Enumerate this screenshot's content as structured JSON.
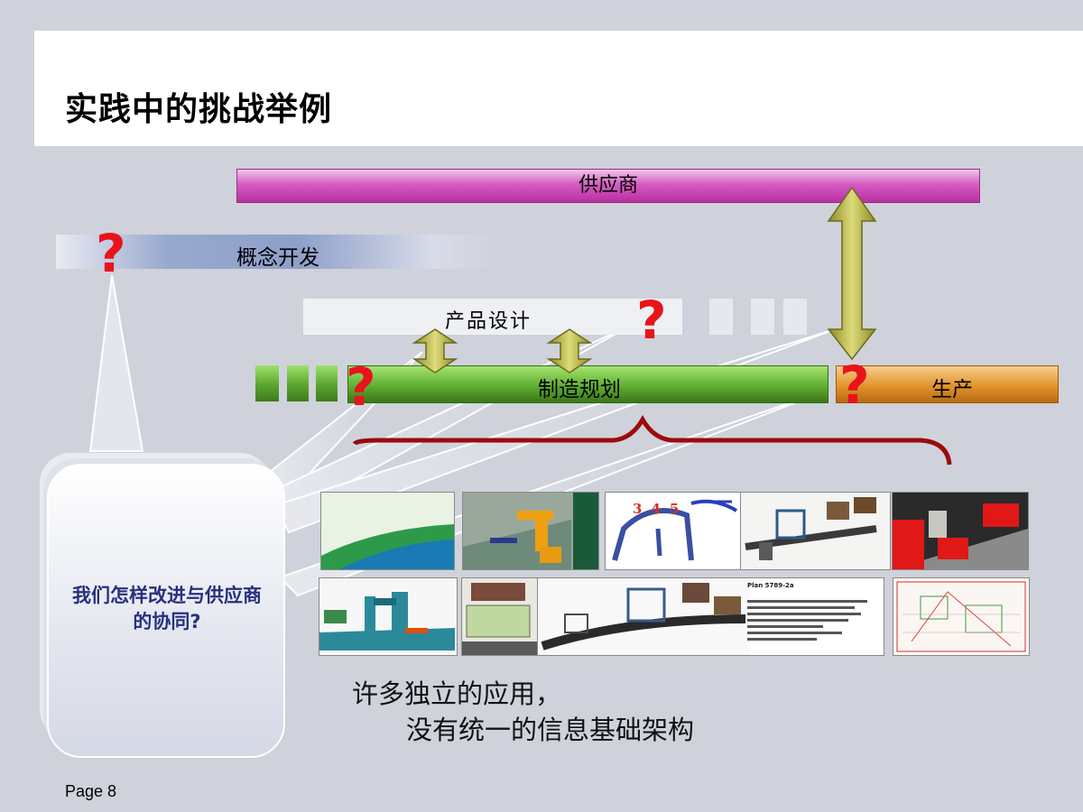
{
  "slide": {
    "title": "实践中的挑战举例",
    "page_label": "Page 8"
  },
  "bars": {
    "supplier": "供应商",
    "concept": "概念开发",
    "design": "产品设计",
    "manufacturing": "制造规划",
    "production": "生产"
  },
  "question_mark": "?",
  "callout": {
    "text": "我们怎样改进与供应商的协同?"
  },
  "thumbnails": {
    "number_labels": [
      "3",
      "4",
      "5"
    ],
    "document_heading": "Plan 5789-2a"
  },
  "note": {
    "line1": "许多独立的应用，",
    "line2": "没有统一的信息基础架构"
  },
  "colors": {
    "question_red": "#e8141a",
    "callout_text": "#27307d",
    "bracket": "#9b0b0b",
    "arrow_olive": "#b8b83a"
  }
}
